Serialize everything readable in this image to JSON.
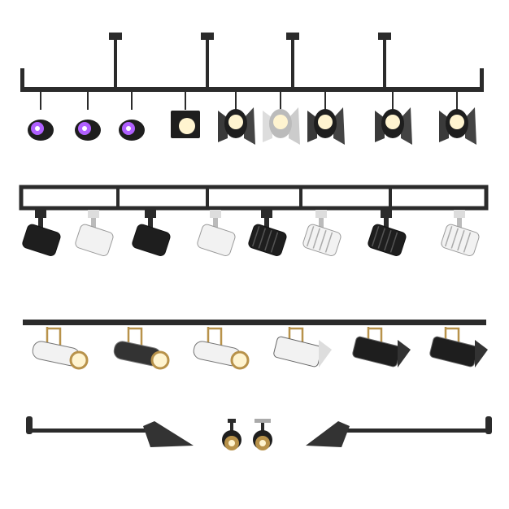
{
  "colors": {
    "frame": "#2b2b2b",
    "body_dark": "#1e1e1e",
    "body_white": "#f2f2f2",
    "glow_warm": "#fff4d0",
    "glow_uv": "#b060ff",
    "brass": "#b8924a"
  },
  "rows": [
    {
      "name": "suspended-frame-spotlights",
      "fixtures": [
        "uv",
        "uv",
        "uv",
        "box",
        "barn",
        "barn-white",
        "barn",
        "barn",
        "barn"
      ]
    },
    {
      "name": "boxed-track-spotlights",
      "fixtures": [
        "dark",
        "white",
        "dark",
        "white",
        "finned-dark",
        "finned-white",
        "finned-dark",
        "finned-white"
      ]
    },
    {
      "name": "rail-track-spotlights",
      "fixtures": [
        "white",
        "dark",
        "white",
        "barn-white",
        "barn",
        "barn"
      ]
    },
    {
      "name": "wall-arms-and-downlights",
      "fixtures": [
        "arm-left",
        "down",
        "down",
        "arm-right"
      ]
    }
  ]
}
